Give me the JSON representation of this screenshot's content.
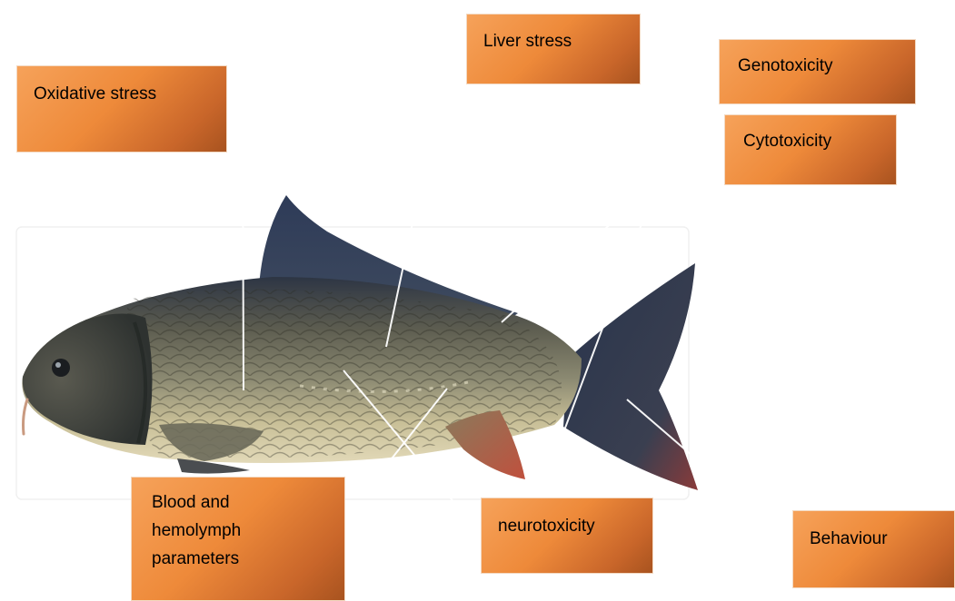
{
  "labels": {
    "oxidative_stress": "Oxidative stress",
    "liver_stress": "Liver stress",
    "genotoxicity": "Genotoxicity",
    "cytotoxicity": "Cytotoxicity",
    "blood_line1": "Blood and",
    "blood_line2": "hemolymph",
    "blood_line3": "parameters",
    "neurotoxicity": "neurotoxicity",
    "behaviour": "Behaviour"
  },
  "colors": {
    "label_fill_light": "#f6a25a",
    "label_fill_dark": "#a8531f",
    "leader_line": "#ffffff",
    "fish_back": "#2f3a4a",
    "fish_body": "#8a8a72",
    "fish_belly": "#d9cfa8",
    "fin_red": "#b4553f"
  },
  "image": {
    "subject": "carp-fish-icon"
  }
}
